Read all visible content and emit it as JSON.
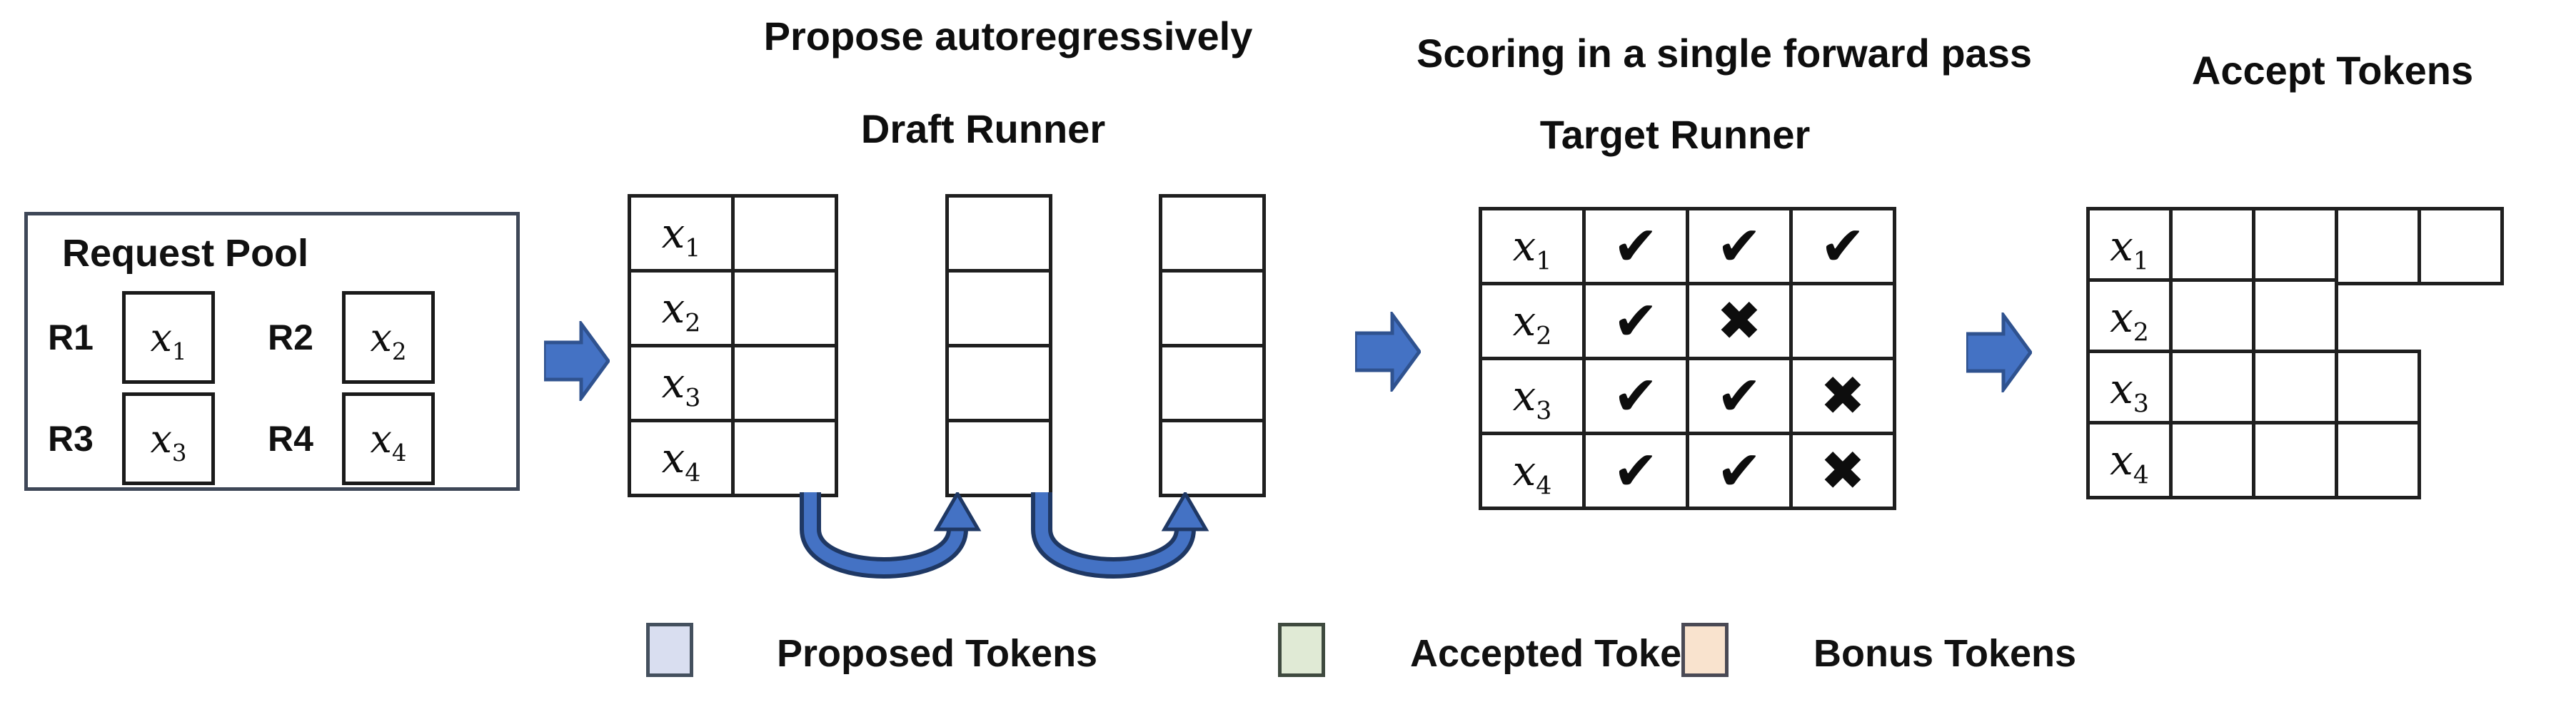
{
  "titles": {
    "propose": "Propose autoregressively",
    "draft_runner": "Draft Runner",
    "scoring": "Scoring in a single forward pass",
    "target_runner": "Target Runner",
    "accept": "Accept Tokens"
  },
  "request_pool": {
    "title": "Request Pool",
    "requests": [
      {
        "id": "R1",
        "token": "x",
        "sub": "1"
      },
      {
        "id": "R2",
        "token": "x",
        "sub": "2"
      },
      {
        "id": "R3",
        "token": "x",
        "sub": "3"
      },
      {
        "id": "R4",
        "token": "x",
        "sub": "4"
      }
    ]
  },
  "draft": {
    "num_proposal_columns": 3,
    "rows": [
      {
        "token": "x",
        "sub": "1"
      },
      {
        "token": "x",
        "sub": "2"
      },
      {
        "token": "x",
        "sub": "3"
      },
      {
        "token": "x",
        "sub": "4"
      }
    ]
  },
  "target": {
    "rows": [
      {
        "token": "x",
        "sub": "1",
        "marks": [
          "✔",
          "✔",
          "✔"
        ]
      },
      {
        "token": "x",
        "sub": "2",
        "marks": [
          "✔",
          "✖",
          ""
        ]
      },
      {
        "token": "x",
        "sub": "3",
        "marks": [
          "✔",
          "✔",
          "✖"
        ]
      },
      {
        "token": "x",
        "sub": "4",
        "marks": [
          "✔",
          "✔",
          "✖"
        ]
      }
    ]
  },
  "accept": {
    "rows": [
      {
        "token": "x",
        "sub": "1",
        "cells": [
          "accepted",
          "accepted",
          "accepted",
          "bonus"
        ]
      },
      {
        "token": "x",
        "sub": "2",
        "cells": [
          "accepted",
          "bonus"
        ]
      },
      {
        "token": "x",
        "sub": "3",
        "cells": [
          "accepted",
          "accepted",
          "bonus"
        ]
      },
      {
        "token": "x",
        "sub": "4",
        "cells": [
          "accepted",
          "accepted",
          "bonus"
        ]
      }
    ]
  },
  "legend": {
    "items": [
      {
        "label": "Proposed Tokens",
        "type": "proposed",
        "color": "#d9def0"
      },
      {
        "label": "Accepted Tokens",
        "type": "accepted",
        "color": "#e0ead5"
      },
      {
        "label": "Bonus Tokens",
        "type": "bonus",
        "color": "#f9e3ce"
      }
    ]
  },
  "colors": {
    "proposed_fill": "#d9def0",
    "accepted_fill": "#e0ead5",
    "bonus_fill": "#f9e3ce",
    "flow_arrow_fill": "#4472c4",
    "flow_arrow_outline": "#2f528f",
    "loop_arrow_fill": "#4472c4",
    "loop_arrow_outline": "#1f3864",
    "grid_border": "#1f1f1f"
  }
}
